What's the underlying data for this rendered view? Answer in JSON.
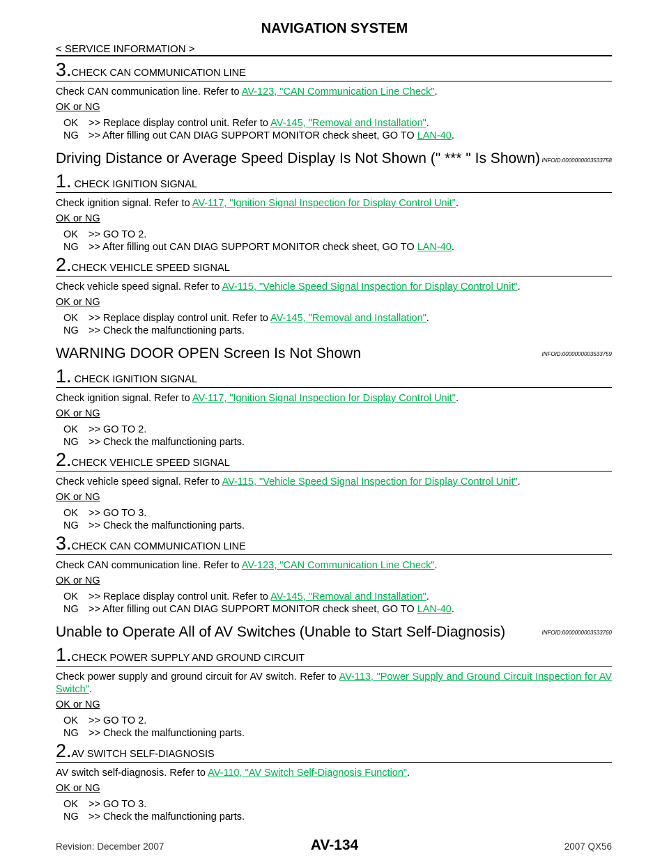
{
  "header": {
    "title": "NAVIGATION SYSTEM",
    "breadcrumb": "< SERVICE INFORMATION >"
  },
  "blocks": [
    {
      "type": "step",
      "num": "3.",
      "title": "CHECK CAN COMMUNICATION LINE"
    },
    {
      "type": "para",
      "text": "Check CAN communication line. Refer to ",
      "link": "AV-123, \"CAN Communication Line Check\"",
      "after": "."
    },
    {
      "type": "okng",
      "text": "OK or NG"
    },
    {
      "type": "results",
      "rows": [
        {
          "code": "OK",
          "text": ">> Replace display control unit. Refer to ",
          "link": "AV-145, \"Removal and Installation\"",
          "after": "."
        },
        {
          "code": "NG",
          "text": ">> After filling out CAN DIAG SUPPORT MONITOR check sheet, GO TO ",
          "link": "LAN-40",
          "after": "."
        }
      ]
    },
    {
      "type": "section",
      "title": "Driving Distance or Average Speed Display Is Not Shown (\" *** \" Is Shown)",
      "infoid": "INFOID:0000000003533758"
    },
    {
      "type": "step",
      "num": "1.",
      "title": " CHECK IGNITION SIGNAL"
    },
    {
      "type": "para",
      "text": "Check ignition signal. Refer to ",
      "link": "AV-117, \"Ignition Signal Inspection for Display Control Unit\"",
      "after": "."
    },
    {
      "type": "okng",
      "text": "OK or NG"
    },
    {
      "type": "results",
      "rows": [
        {
          "code": "OK",
          "text": ">> GO TO 2."
        },
        {
          "code": "NG",
          "text": ">> After filling out CAN DIAG SUPPORT MONITOR check sheet, GO TO ",
          "link": "LAN-40",
          "after": "."
        }
      ]
    },
    {
      "type": "step",
      "num": "2.",
      "title": "CHECK VEHICLE SPEED SIGNAL"
    },
    {
      "type": "para",
      "text": "Check vehicle speed signal. Refer to ",
      "link": "AV-115, \"Vehicle Speed Signal Inspection for Display Control Unit\"",
      "after": "."
    },
    {
      "type": "okng",
      "text": "OK or NG"
    },
    {
      "type": "results",
      "rows": [
        {
          "code": "OK",
          "text": ">> Replace display control unit. Refer to ",
          "link": "AV-145, \"Removal and Installation\"",
          "after": "."
        },
        {
          "code": "NG",
          "text": ">> Check the malfunctioning parts."
        }
      ]
    },
    {
      "type": "section",
      "title": "WARNING DOOR OPEN Screen Is Not Shown",
      "infoid": "INFOID:0000000003533759",
      "inline": true
    },
    {
      "type": "step",
      "num": "1.",
      "title": " CHECK IGNITION SIGNAL"
    },
    {
      "type": "para",
      "text": "Check ignition signal. Refer to ",
      "link": "AV-117, \"Ignition Signal Inspection for Display Control Unit\"",
      "after": "."
    },
    {
      "type": "okng",
      "text": "OK or NG"
    },
    {
      "type": "results",
      "rows": [
        {
          "code": "OK",
          "text": ">> GO TO 2."
        },
        {
          "code": "NG",
          "text": ">> Check the malfunctioning parts."
        }
      ]
    },
    {
      "type": "step",
      "num": "2.",
      "title": "CHECK VEHICLE SPEED SIGNAL"
    },
    {
      "type": "para",
      "text": "Check vehicle speed signal. Refer to ",
      "link": "AV-115, \"Vehicle Speed Signal Inspection for Display Control Unit\"",
      "after": "."
    },
    {
      "type": "okng",
      "text": "OK or NG"
    },
    {
      "type": "results",
      "rows": [
        {
          "code": "OK",
          "text": ">> GO TO 3."
        },
        {
          "code": "NG",
          "text": ">> Check the malfunctioning parts."
        }
      ]
    },
    {
      "type": "step",
      "num": "3.",
      "title": "CHECK CAN COMMUNICATION LINE"
    },
    {
      "type": "para",
      "text": "Check CAN communication line. Refer to ",
      "link": "AV-123, \"CAN Communication Line Check\"",
      "after": "."
    },
    {
      "type": "okng",
      "text": "OK or NG"
    },
    {
      "type": "results",
      "rows": [
        {
          "code": "OK",
          "text": ">> Replace display control unit. Refer to ",
          "link": "AV-145, \"Removal and Installation\"",
          "after": "."
        },
        {
          "code": "NG",
          "text": ">> After filling out CAN DIAG SUPPORT MONITOR check sheet, GO TO ",
          "link": "LAN-40",
          "after": "."
        }
      ]
    },
    {
      "type": "section",
      "title": "Unable to Operate All of AV Switches (Unable to Start Self-Diagnosis)",
      "infoid": "INFOID:0000000003533760",
      "inline": true
    },
    {
      "type": "step",
      "num": "1.",
      "title": "CHECK POWER SUPPLY AND GROUND CIRCUIT"
    },
    {
      "type": "para",
      "justify": true,
      "text": "Check power supply and ground circuit for AV switch. Refer to ",
      "link": "AV-113, \"Power Supply and Ground Circuit Inspection for AV Switch\"",
      "after": "."
    },
    {
      "type": "okng",
      "text": "OK or NG"
    },
    {
      "type": "results",
      "rows": [
        {
          "code": "OK",
          "text": ">> GO TO 2."
        },
        {
          "code": "NG",
          "text": ">> Check the malfunctioning parts."
        }
      ]
    },
    {
      "type": "step",
      "num": "2.",
      "title": "AV SWITCH SELF-DIAGNOSIS"
    },
    {
      "type": "para",
      "text": "AV switch self-diagnosis. Refer to ",
      "link": "AV-110, \"AV Switch Self-Diagnosis Function\"",
      "after": "."
    },
    {
      "type": "okng",
      "text": "OK or NG"
    },
    {
      "type": "results",
      "rows": [
        {
          "code": "OK",
          "text": ">> GO TO 3."
        },
        {
          "code": "NG",
          "text": ">> Check the malfunctioning parts."
        }
      ]
    }
  ],
  "footer": {
    "revision": "Revision: December 2007",
    "page": "AV-134",
    "model": "2007 QX56"
  }
}
